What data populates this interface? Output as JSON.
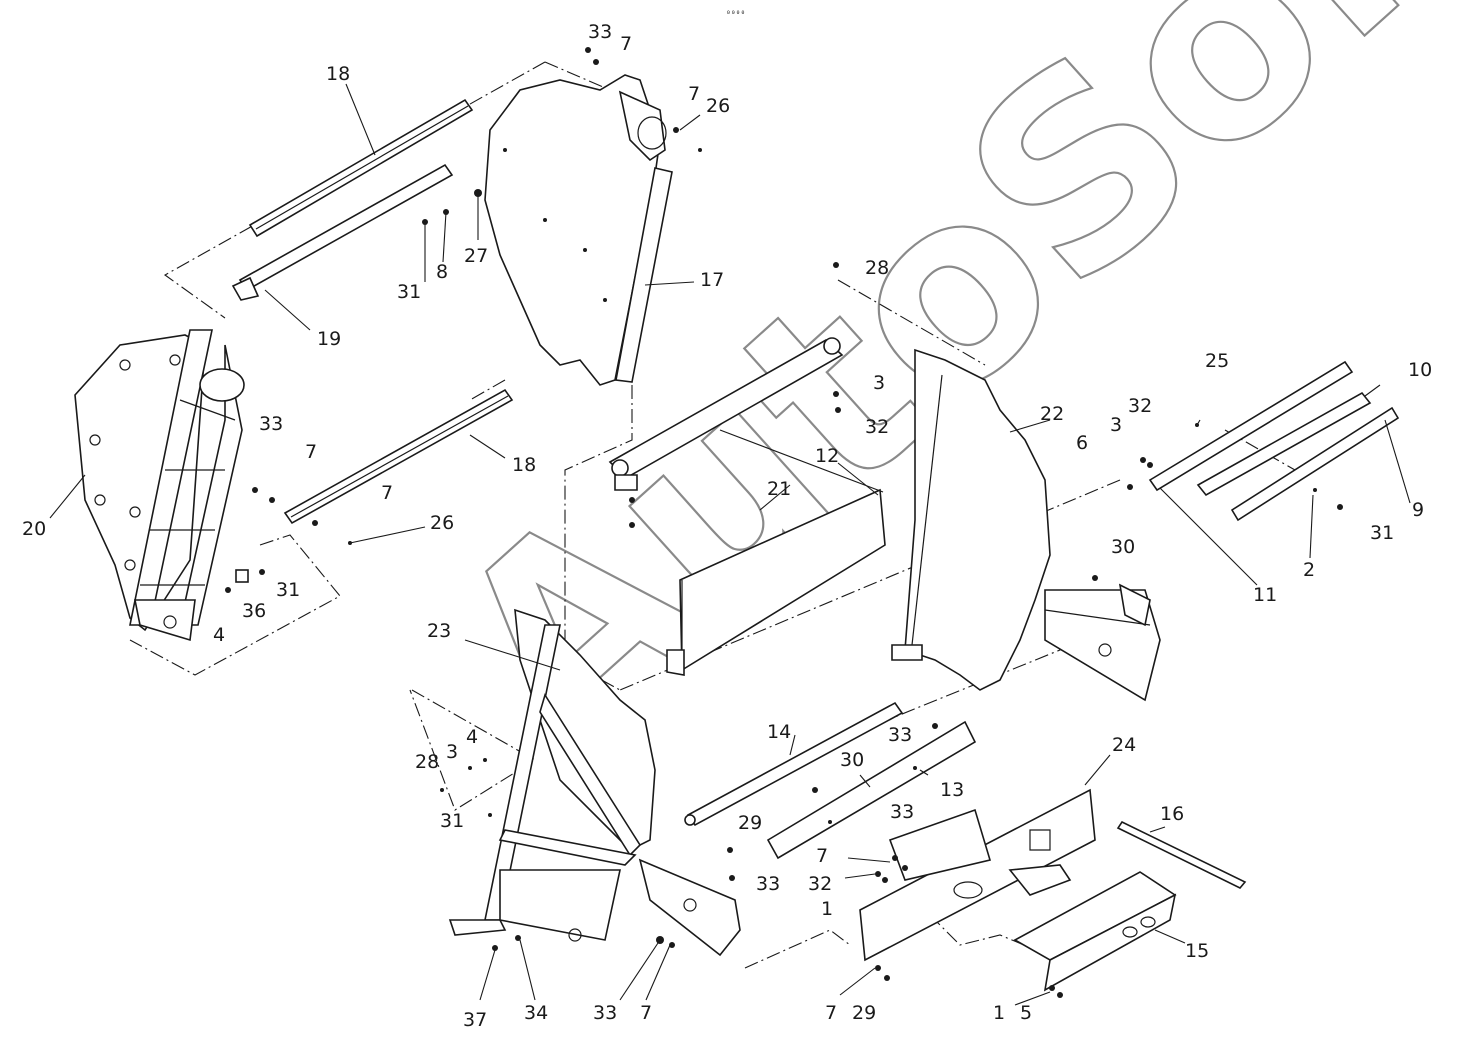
{
  "header_mark": "₀₀₀₀",
  "watermark": "AutoSoft",
  "callouts": [
    {
      "id": "c01",
      "text": "33"
    },
    {
      "id": "c02",
      "text": "7"
    },
    {
      "id": "c03",
      "text": "7"
    },
    {
      "id": "c04",
      "text": "26"
    },
    {
      "id": "c05",
      "text": "18"
    },
    {
      "id": "c06",
      "text": "31"
    },
    {
      "id": "c07",
      "text": "8"
    },
    {
      "id": "c08",
      "text": "27"
    },
    {
      "id": "c09",
      "text": "17"
    },
    {
      "id": "c10",
      "text": "19"
    },
    {
      "id": "c11",
      "text": "28"
    },
    {
      "id": "c12",
      "text": "3"
    },
    {
      "id": "c13",
      "text": "32"
    },
    {
      "id": "c14",
      "text": "22"
    },
    {
      "id": "c15",
      "text": "25"
    },
    {
      "id": "c16",
      "text": "10"
    },
    {
      "id": "c17",
      "text": "32"
    },
    {
      "id": "c18",
      "text": "3"
    },
    {
      "id": "c19",
      "text": "6"
    },
    {
      "id": "c20",
      "text": "9"
    },
    {
      "id": "c21",
      "text": "31"
    },
    {
      "id": "c22",
      "text": "2"
    },
    {
      "id": "c23",
      "text": "11"
    },
    {
      "id": "c24",
      "text": "33"
    },
    {
      "id": "c25",
      "text": "7"
    },
    {
      "id": "c26",
      "text": "18"
    },
    {
      "id": "c27",
      "text": "12"
    },
    {
      "id": "c28",
      "text": "21"
    },
    {
      "id": "c29",
      "text": "7"
    },
    {
      "id": "c30",
      "text": "20"
    },
    {
      "id": "c31",
      "text": "26"
    },
    {
      "id": "c32",
      "text": "31"
    },
    {
      "id": "c33",
      "text": "36"
    },
    {
      "id": "c34",
      "text": "4"
    },
    {
      "id": "c35",
      "text": "30"
    },
    {
      "id": "c36",
      "text": "23"
    },
    {
      "id": "c37",
      "text": "14"
    },
    {
      "id": "c38",
      "text": "33"
    },
    {
      "id": "c39",
      "text": "24"
    },
    {
      "id": "c40",
      "text": "4"
    },
    {
      "id": "c41",
      "text": "3"
    },
    {
      "id": "c42",
      "text": "28"
    },
    {
      "id": "c43",
      "text": "30"
    },
    {
      "id": "c44",
      "text": "13"
    },
    {
      "id": "c45",
      "text": "31"
    },
    {
      "id": "c46",
      "text": "29"
    },
    {
      "id": "c47",
      "text": "33"
    },
    {
      "id": "c48",
      "text": "16"
    },
    {
      "id": "c49",
      "text": "7"
    },
    {
      "id": "c50",
      "text": "32"
    },
    {
      "id": "c51",
      "text": "33"
    },
    {
      "id": "c52",
      "text": "1"
    },
    {
      "id": "c53",
      "text": "15"
    },
    {
      "id": "c54",
      "text": "37"
    },
    {
      "id": "c55",
      "text": "34"
    },
    {
      "id": "c56",
      "text": "33"
    },
    {
      "id": "c57",
      "text": "7"
    },
    {
      "id": "c58",
      "text": "7"
    },
    {
      "id": "c59",
      "text": "29"
    },
    {
      "id": "c60",
      "text": "1"
    },
    {
      "id": "c61",
      "text": "5"
    }
  ]
}
